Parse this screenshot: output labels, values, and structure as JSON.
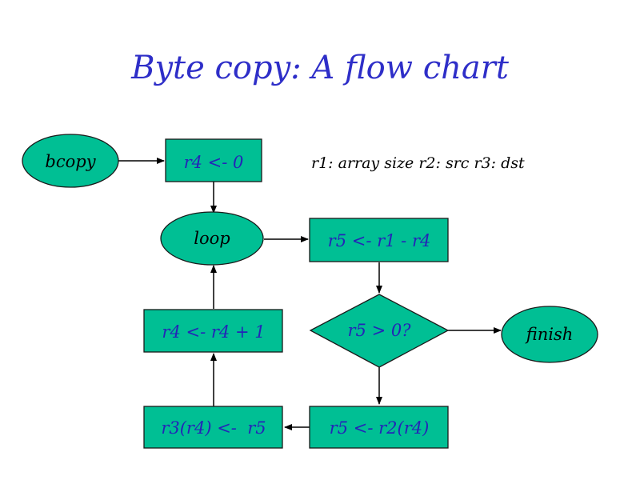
{
  "title": "Byte copy: A flow chart",
  "note": "r1: array size  r2: src  r3: dst",
  "nodes": {
    "bcopy": "bcopy",
    "init": "r4 <- 0",
    "loop": "loop",
    "sub": "r5 <- r1 - r4",
    "cond": "r5 > 0?",
    "finish": "finish",
    "load": "r5 <- r2(r4)",
    "store": "r3(r4) <-  r5",
    "inc": "r4 <- r4 + 1"
  },
  "colors": {
    "node_fill": "#00bf94",
    "title": "#2e2ec8",
    "statement_text": "#2424b8",
    "label_text": "#000000"
  }
}
